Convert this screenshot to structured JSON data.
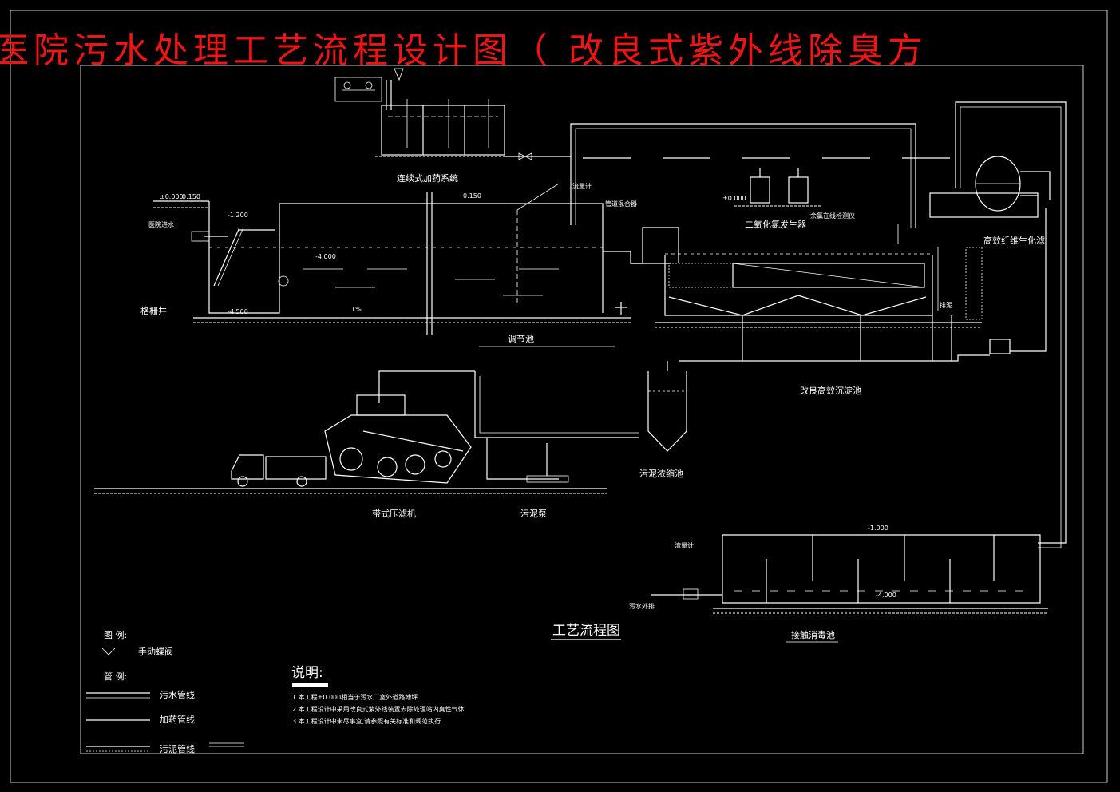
{
  "title": "医院污水处理工艺流程设计图（ 改良式紫外线除臭方",
  "diagram_title": "工艺流程图",
  "units": {
    "dosing_system": "连续式加药系统",
    "grille_well": "格栅井",
    "regulating_tank": "调节池",
    "flowmeter_top": "流量计",
    "static_mixer": "管道混合器",
    "chlorine_dioxide": "二氧化氯发生器",
    "residual_chlorine": "余氯在线检测仪",
    "high_efficiency_fiber": "高效纤维生化滤",
    "improved_sedimentation": "改良高效沉淀池",
    "sludge_thickener": "污泥浓缩池",
    "belt_press": "带式压滤机",
    "sludge_pump": "污泥泵",
    "contact_tank": "接触消毒池",
    "flowmeter_contact": "流量计",
    "sewage_outlet": "污水外排",
    "hospital_inflow": "医院进水",
    "sludge_discharge": "排泥"
  },
  "levels": {
    "ground": "±0.000",
    "level_a": "0.150",
    "level_b": "0.150",
    "level_c": "-1.200",
    "level_d": "-4.000",
    "level_e": "-4.500",
    "level_f": "±0.000",
    "level_g": "-1.000",
    "level_h": "-4.000",
    "slope": "1%"
  },
  "legend": {
    "title": "图 例:",
    "valve_label": "手动蝶阀",
    "pipe_title": "管 例:",
    "sewage_pipe": "污水管线",
    "dosing_pipe": "加药管线",
    "sludge_pipe": "污泥管线"
  },
  "notes": {
    "heading": "说明:",
    "items": [
      "1.本工程±0.000相当于污水厂室外道路地坪.",
      "2.本工程设计中采用改良式紫外线装置去除处理站内臭性气体.",
      "3.本工程设计中未尽事宜,请参照有关标准和规范执行."
    ]
  },
  "colors": {
    "title": "#f01414",
    "lines": "#ffffff",
    "background": "#000000"
  }
}
